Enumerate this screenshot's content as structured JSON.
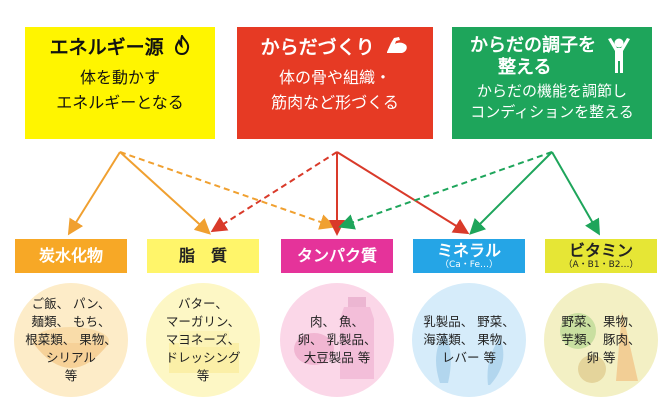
{
  "top": {
    "energy": {
      "title": "エネルギー源",
      "desc1": "体を動かす",
      "desc2": "エネルギーとなる",
      "icon": "flame-icon"
    },
    "body": {
      "title": "からだづくり",
      "desc1": "体の骨や組織・",
      "desc2": "筋肉など形づくる",
      "icon": "muscle-arm-icon"
    },
    "condition": {
      "title1": "からだの調子を",
      "title2": "整える",
      "desc1": "からだの機能を調節し",
      "desc2": "コンディションを整える",
      "icon": "person-arms-up-icon"
    }
  },
  "nutrients": {
    "carb": {
      "label": "炭水化物",
      "lines": [
        "ご飯、 パン、",
        "麺類、 もち、",
        "根菜類、 果物、",
        "シリアル",
        "等"
      ]
    },
    "fat": {
      "label": "脂　質",
      "lines": [
        "バター、",
        "マーガリン、",
        "マヨネーズ、",
        "ドレッシング",
        "等"
      ]
    },
    "protein": {
      "label": "タンパク質",
      "lines": [
        "肉、 魚、",
        "卵、 乳製品、",
        "大豆製品 等"
      ]
    },
    "mineral": {
      "label": "ミネラル",
      "sub": "（Ca・Fe…）",
      "lines": [
        "乳製品、 野菜、",
        "海藻類、 果物、",
        "レバー 等"
      ]
    },
    "vitamin": {
      "label": "ビタミン",
      "sub": "（A・B1・B2…）",
      "lines": [
        "野菜、 果物、",
        "芋類、 豚肉、",
        "卵 等"
      ]
    }
  },
  "colors": {
    "energy": "#fff500",
    "body": "#e63a24",
    "condition": "#1ea55b",
    "arrow_energy": "#f0a030",
    "arrow_body": "#d93a2a",
    "arrow_condition": "#1ea55b"
  }
}
